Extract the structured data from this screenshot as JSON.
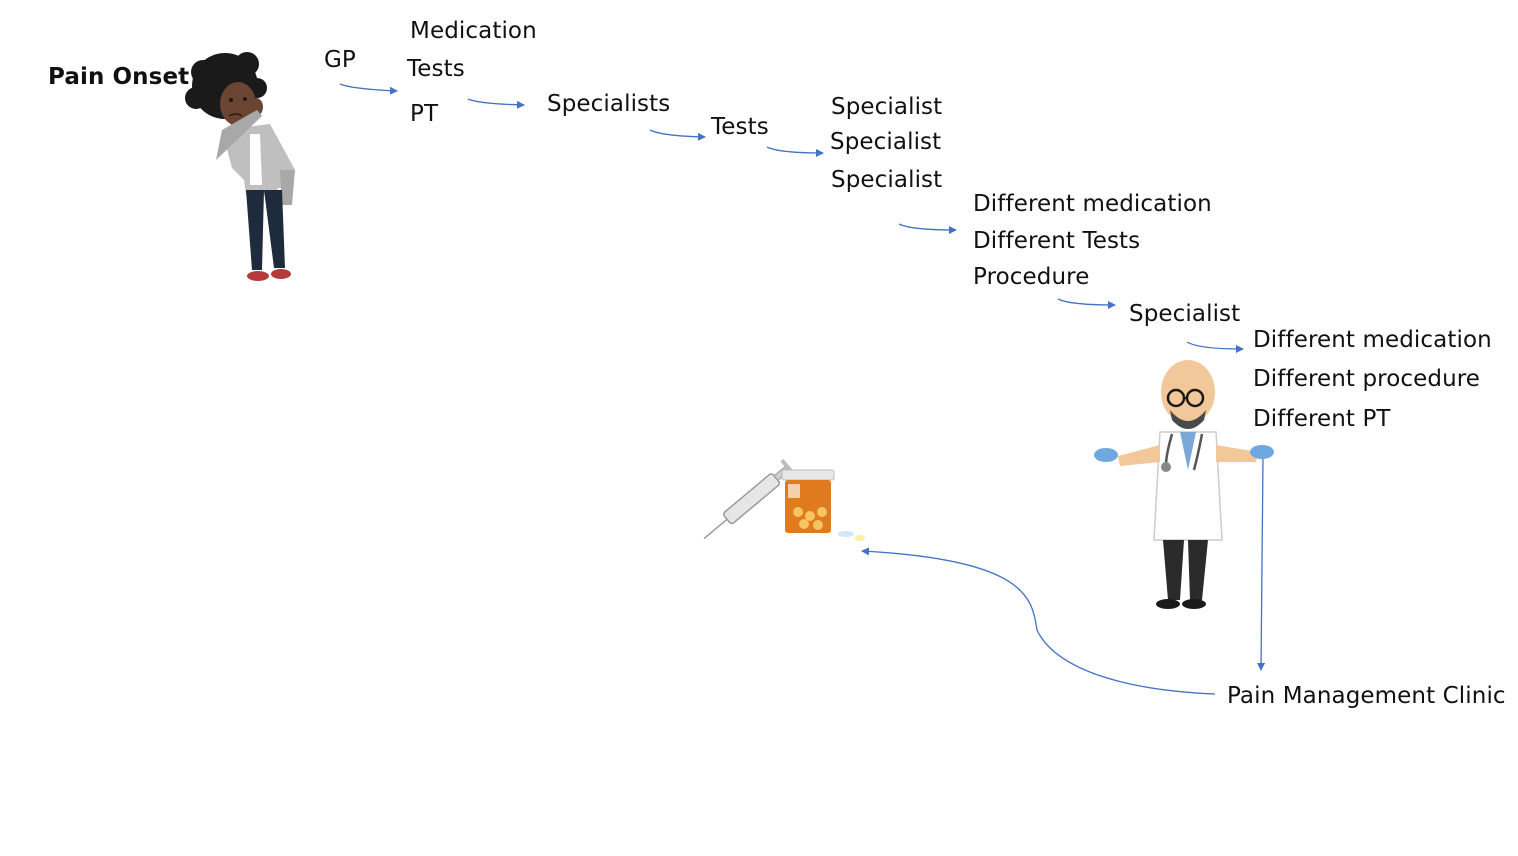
{
  "labels": {
    "pain_onset": "Pain Onset",
    "gp": "GP",
    "step1": [
      "Medication",
      "Tests",
      "PT"
    ],
    "specialists": "Specialists",
    "tests": "Tests",
    "step2": [
      "Specialist",
      "Specialist",
      "Specialist"
    ],
    "step3": [
      "Different medication",
      "Different Tests",
      "Procedure"
    ],
    "specialist": "Specialist",
    "step4": [
      "Different medication",
      "Different procedure",
      "Different PT"
    ],
    "pain_management_clinic": "Pain Management Clinic"
  },
  "colors": {
    "arrow": "#4472C4",
    "text": "#111111"
  },
  "icons": [
    "patient-figure-icon",
    "doctor-figure-icon",
    "syringe-icon",
    "pill-bottle-icon"
  ]
}
